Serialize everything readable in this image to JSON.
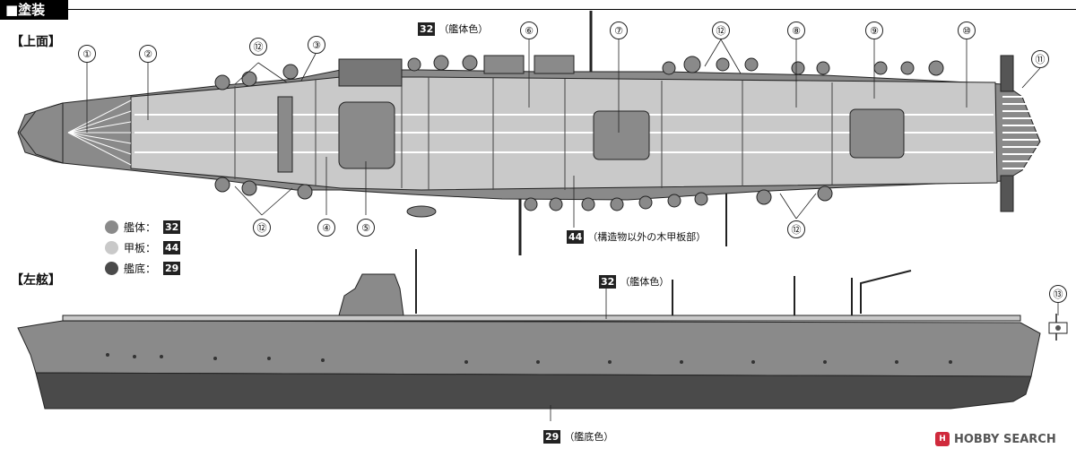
{
  "header": {
    "title": "■塗装"
  },
  "views": {
    "top": "【上面】",
    "side": "【左舷】"
  },
  "legend": [
    {
      "label": "艦体：",
      "code": "32",
      "color": "#8a8a8a"
    },
    {
      "label": "甲板：",
      "code": "44",
      "color": "#c9c9c9"
    },
    {
      "label": "艦底：",
      "code": "29",
      "color": "#4a4a4a"
    }
  ],
  "callouts": {
    "hull_top": {
      "code": "32",
      "text": "（艦体色）"
    },
    "deck": {
      "code": "44",
      "text": "（構造物以外の木甲板部）"
    },
    "hull_side": {
      "code": "32",
      "text": "（艦体色）"
    },
    "bottom": {
      "code": "29",
      "text": "（艦底色）"
    }
  },
  "numbers": {
    "n1": "①",
    "n2": "②",
    "n3": "③",
    "n4": "④",
    "n5": "⑤",
    "n6": "⑥",
    "n7": "⑦",
    "n8": "⑧",
    "n9": "⑨",
    "n10": "⑩",
    "n11": "⑪",
    "n12": "⑫",
    "n13": "⑬"
  },
  "logo": {
    "text": "HOBBY SEARCH"
  },
  "colors": {
    "hull": "#8a8a8a",
    "deck": "#c9c9c9",
    "bottom": "#4a4a4a",
    "outline": "#222222"
  }
}
